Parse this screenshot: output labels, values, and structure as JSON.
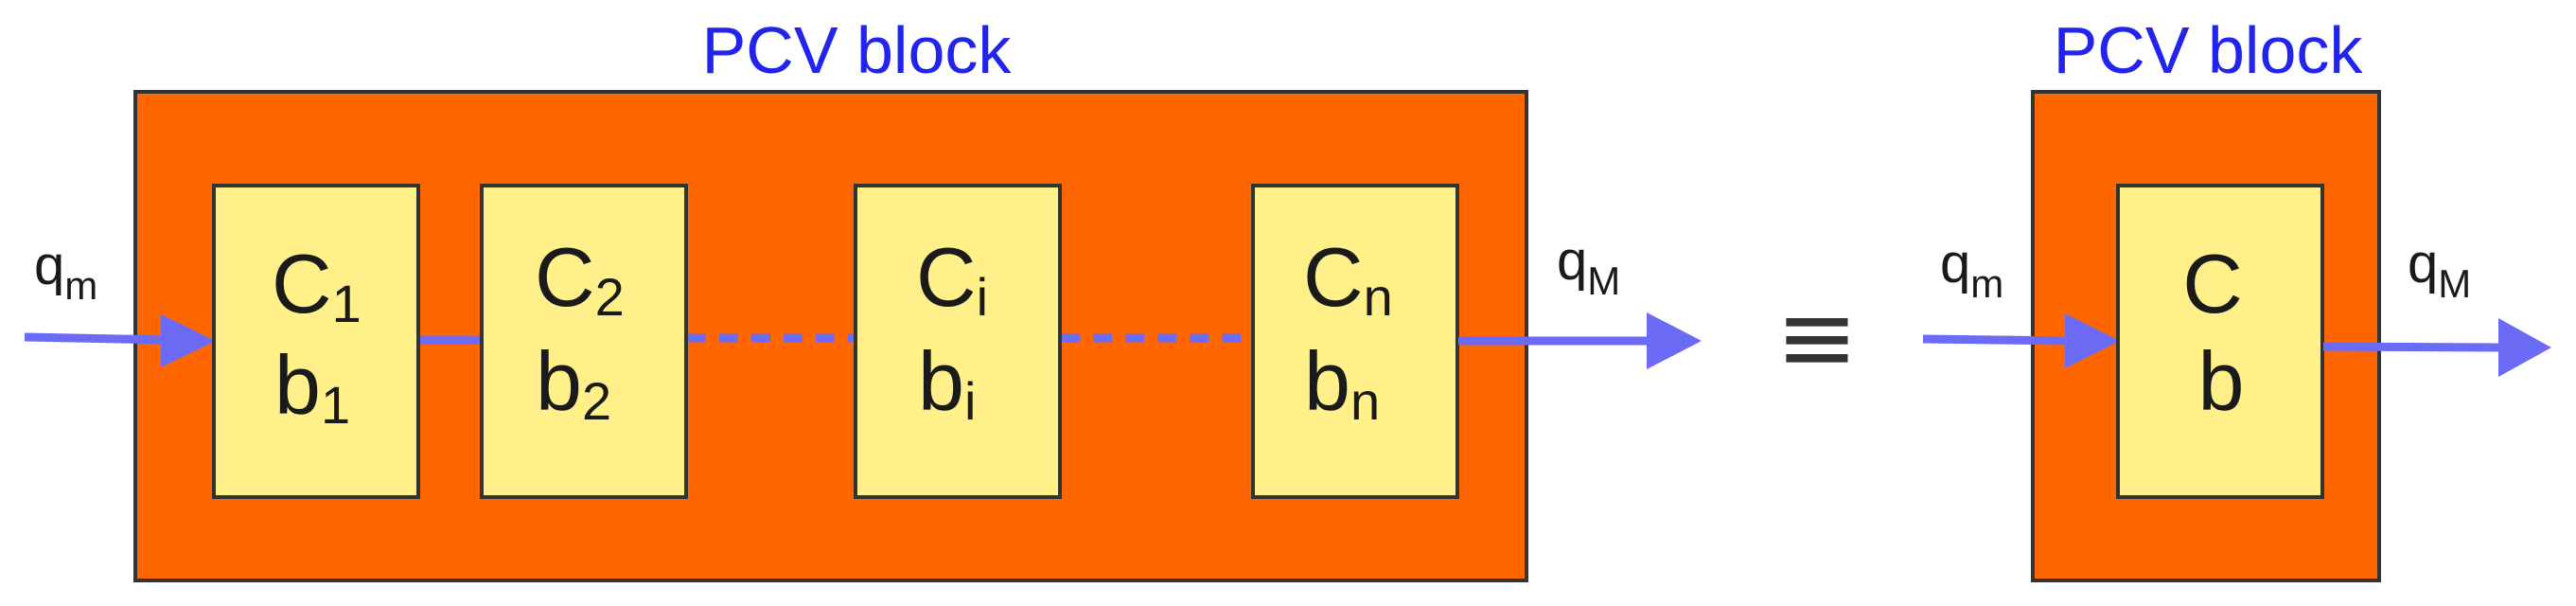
{
  "colors": {
    "block_fill": "#ff6600",
    "box_fill": "#fff089",
    "arrow": "#6b6bf5",
    "title": "#2323ee",
    "outline": "#333333"
  },
  "left_block": {
    "title": "PCV block",
    "input": {
      "base": "q",
      "sub": "m"
    },
    "output": {
      "base": "q",
      "sub": "M"
    },
    "boxes": [
      {
        "c_base": "C",
        "c_sub": "1",
        "b_base": "b",
        "b_sub": "1"
      },
      {
        "c_base": "C",
        "c_sub": "2",
        "b_base": "b",
        "b_sub": "2"
      },
      {
        "c_base": "C",
        "c_sub": "i",
        "b_base": "b",
        "b_sub": "i"
      },
      {
        "c_base": "C",
        "c_sub": "n",
        "b_base": "b",
        "b_sub": "n"
      }
    ]
  },
  "equivalence_symbol": "≡",
  "right_block": {
    "title": "PCV block",
    "input": {
      "base": "q",
      "sub": "m"
    },
    "output": {
      "base": "q",
      "sub": "M"
    },
    "box": {
      "c": "C",
      "b": "b"
    }
  },
  "icons": {
    "arrow_head": "arrow-head-right"
  }
}
